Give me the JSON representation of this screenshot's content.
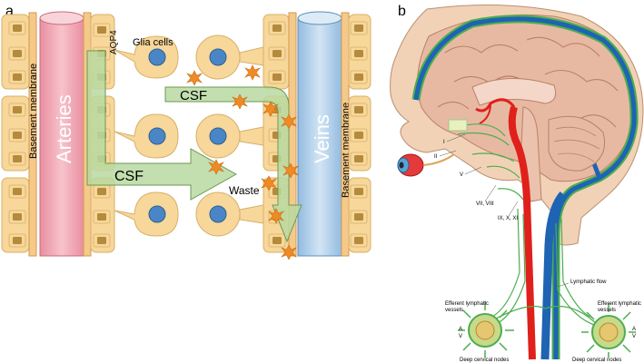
{
  "panel_a": {
    "panel_label": "a",
    "arteries_label": "Arteries",
    "veins_label": "Veins",
    "basement_membrane_left": "Basement membrane",
    "basement_membrane_right": "Basement membrane",
    "aqp4_label": "AQP4",
    "glia_label": "Glia cells",
    "csf_label_top": "CSF",
    "csf_label_bottom": "CSF",
    "waste_label": "Waste"
  },
  "panel_b": {
    "panel_label": "b",
    "nerve_I": "I",
    "nerve_II": "II",
    "nerve_V": "V",
    "nerve_VII_VIII": "VII, VIII",
    "nerve_IX_X_XI": "IX, X, XI",
    "lymphatic_flow": "Lymphatic flow",
    "efferent_left_1": "Efferent lymphatic",
    "efferent_left_2": "vessels",
    "efferent_right_1": "Efferent lymphatic",
    "efferent_right_2": "vessels",
    "node_a_left": "A",
    "node_v_left": "V",
    "node_a_right": "A",
    "node_v_right": "V",
    "deep_nodes_left": "Deep cervical nodes",
    "deep_nodes_right": "Deep cervical nodes"
  },
  "colors": {
    "cell": "#f7d79a",
    "cell_stroke": "#d7b06a",
    "nucleus": "#4a86c5",
    "artery": "#f2a9b5",
    "vein": "#b7d3ea",
    "csf_arrow": "#b9d9a1",
    "waste": "#f08a24",
    "brain": "#e8b9a2",
    "red_vessel": "#e0201b",
    "blue_vessel": "#1f63b3",
    "green_lymph": "#4cae4f"
  }
}
